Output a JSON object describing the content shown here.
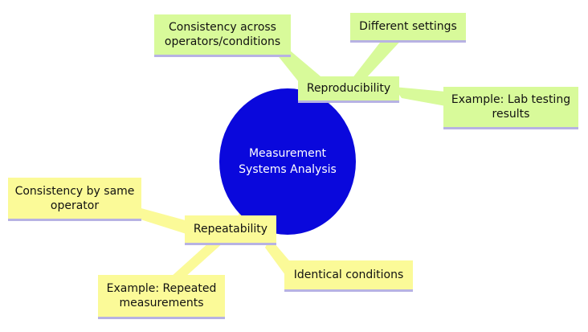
{
  "diagram": {
    "type": "mind-map",
    "colors": {
      "center": "#0a08dc",
      "reproducibility_branch": "#d8fa9a",
      "repeatability_branch": "#fbfa98",
      "node_underline": "#b7b2e3"
    },
    "center": {
      "label": "Measurement Systems Analysis"
    },
    "branches": [
      {
        "label": "Reproducibility",
        "children": [
          {
            "label": "Consistency across operators/conditions"
          },
          {
            "label": "Different settings"
          },
          {
            "label": "Example: Lab testing results"
          }
        ]
      },
      {
        "label": "Repeatability",
        "children": [
          {
            "label": "Consistency by same operator"
          },
          {
            "label": "Identical conditions"
          },
          {
            "label": "Example: Repeated measurements"
          }
        ]
      }
    ]
  }
}
